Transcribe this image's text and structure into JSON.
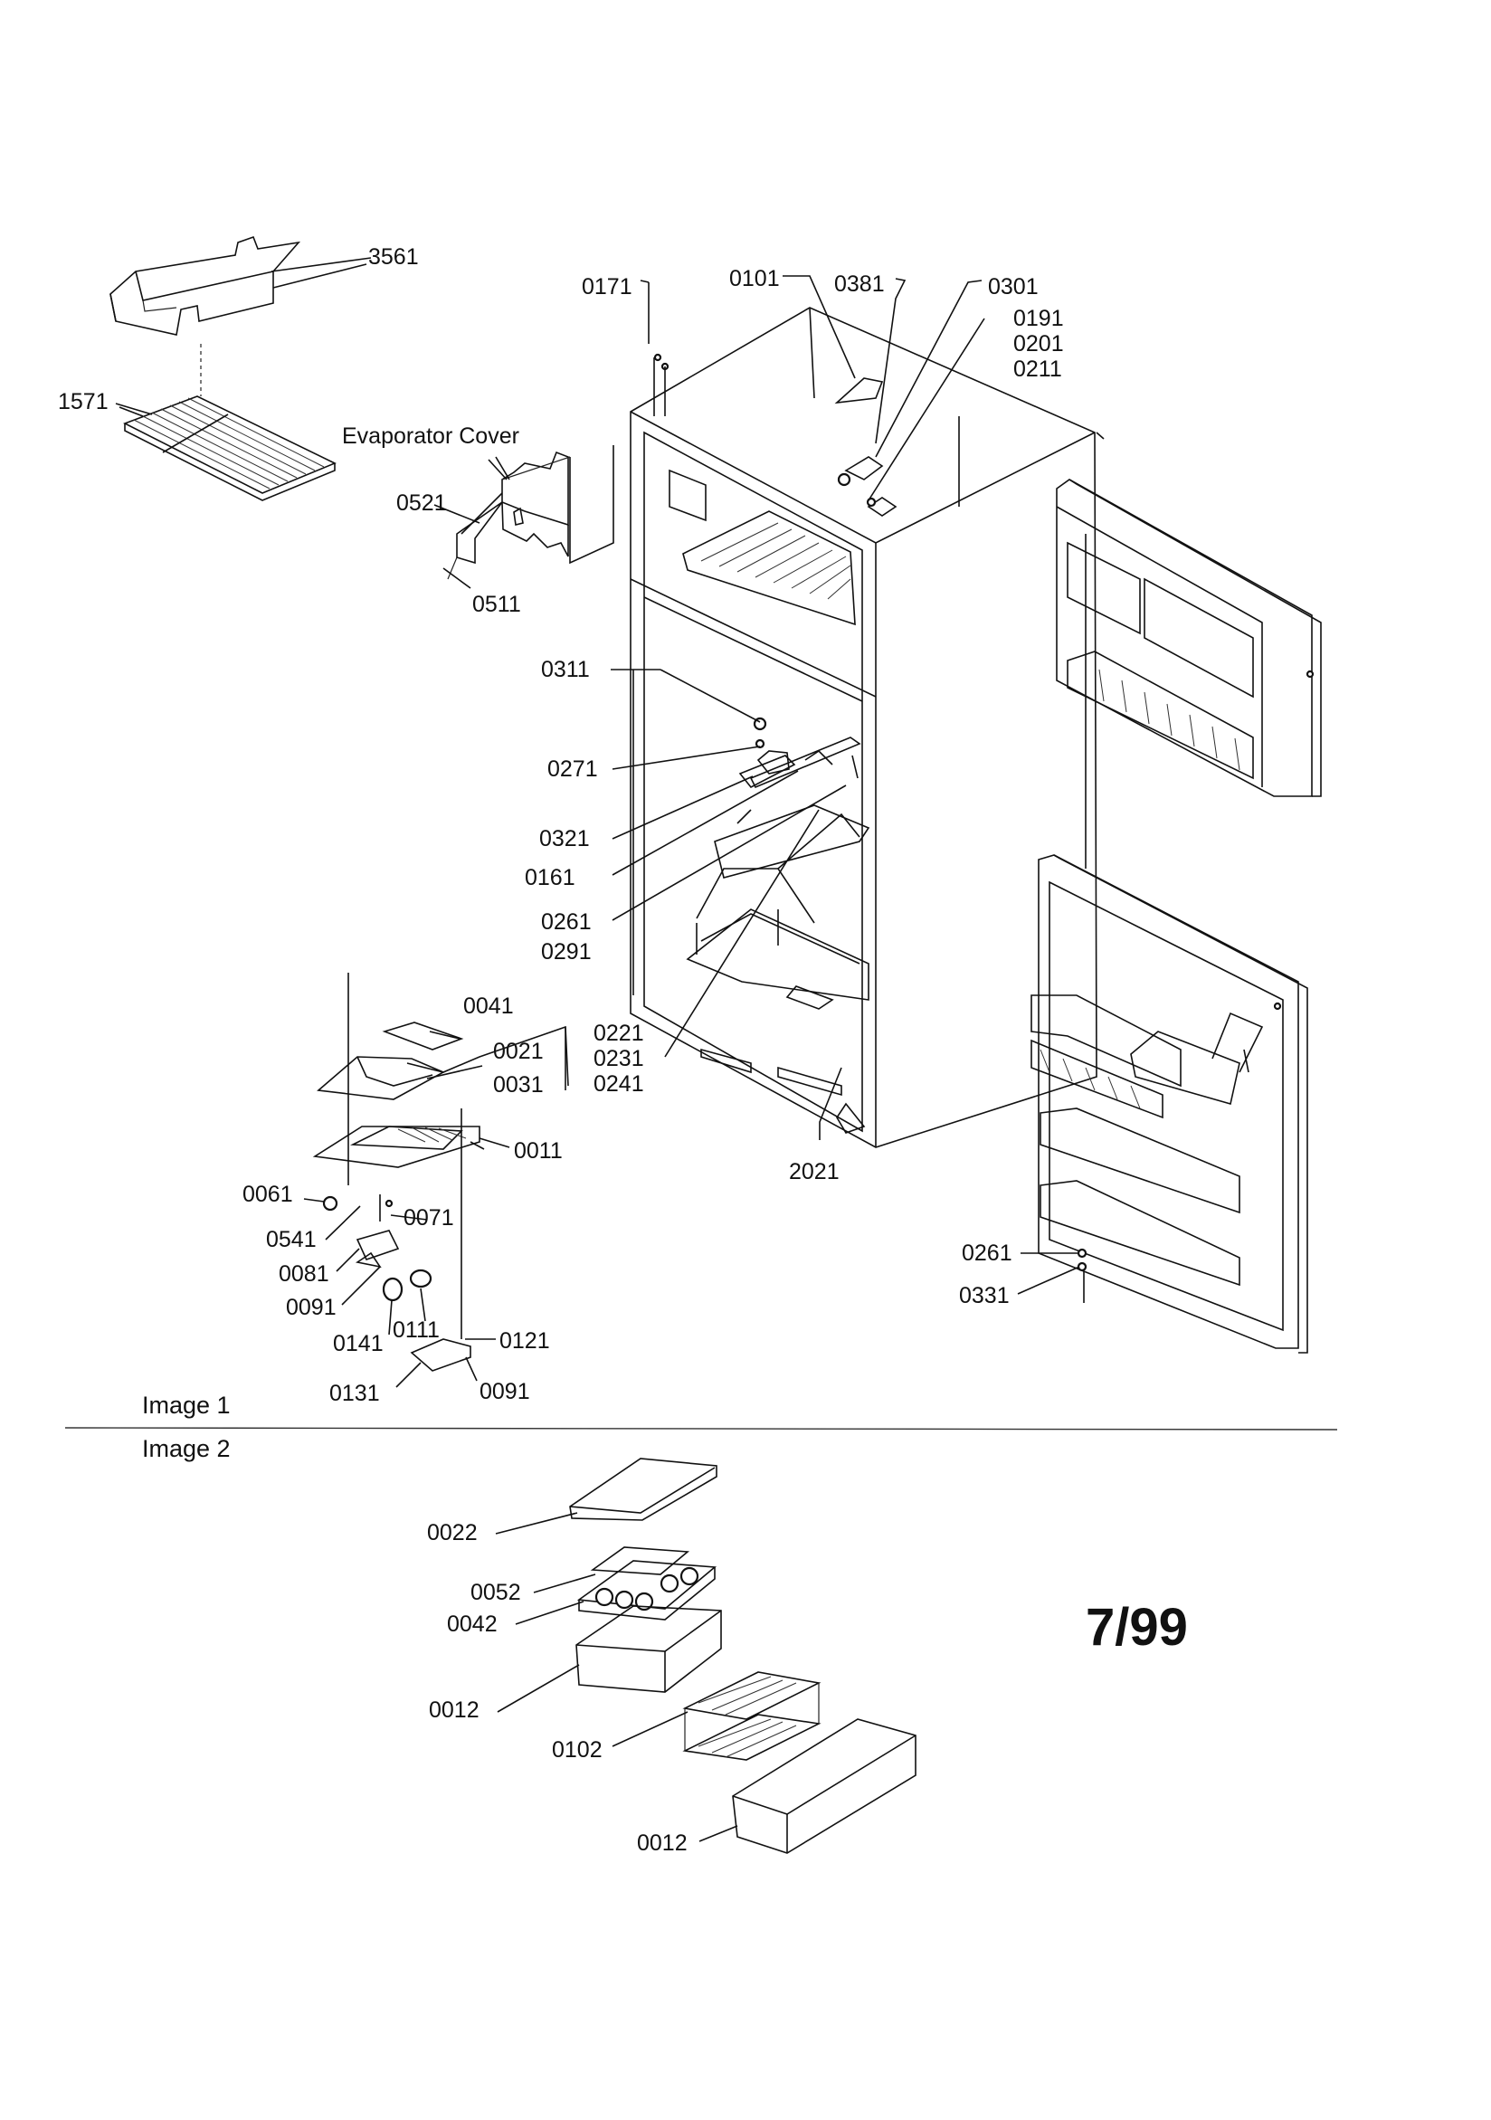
{
  "diagram": {
    "part_labels": [
      "3561",
      "1571",
      "Evaporator Cover",
      "0521",
      "0511",
      "0171",
      "0101",
      "0381",
      "0301",
      "0191",
      "0201",
      "0211",
      "0311",
      "0271",
      "0321",
      "0161",
      "0261",
      "0291",
      "0221",
      "0231",
      "0241",
      "2021",
      "0041",
      "0021",
      "0031",
      "0011",
      "0061",
      "0541",
      "0071",
      "0081",
      "0091",
      "0141",
      "0111",
      "0121",
      "0131",
      "0091",
      "0261",
      "0331"
    ],
    "section_1": "Image 1",
    "section_2": "Image 2",
    "image2_labels": [
      "0022",
      "0052",
      "0042",
      "0012",
      "0102",
      "0012"
    ],
    "date_code": "7/99"
  }
}
